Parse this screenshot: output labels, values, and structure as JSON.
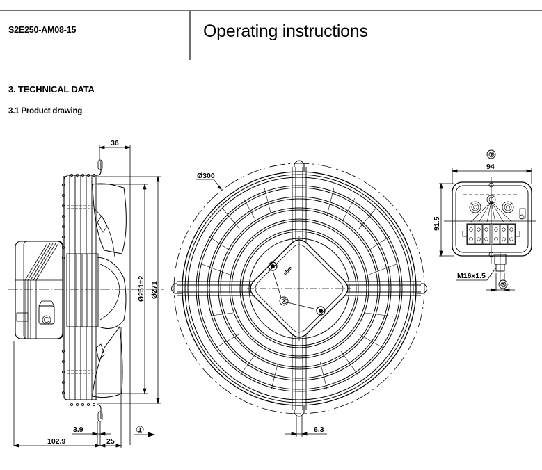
{
  "header": {
    "document_id": "S2E250-AM08-15",
    "title": "Operating instructions"
  },
  "section": {
    "heading": "3. TECHNICAL DATA",
    "subheading": "3.1 Product drawing"
  },
  "drawing": {
    "side_view": {
      "dim_top": "36",
      "dim_diameter_inner": "Ø251±2",
      "dim_diameter_outer": "Ø271",
      "dim_flange": "3.9",
      "dim_depth": "102.9",
      "dim_offset": "25",
      "callout_airflow": "①"
    },
    "front_view": {
      "dim_guard_diameter": "Ø300",
      "dim_slot": "6.3",
      "callout_screws": "④",
      "brand_mark": "ebm"
    },
    "terminal_box_view": {
      "callout_box": "②",
      "dim_width": "94",
      "dim_height": "91.5",
      "cable_gland": "M16x1.5",
      "callout_gland": "③"
    }
  }
}
